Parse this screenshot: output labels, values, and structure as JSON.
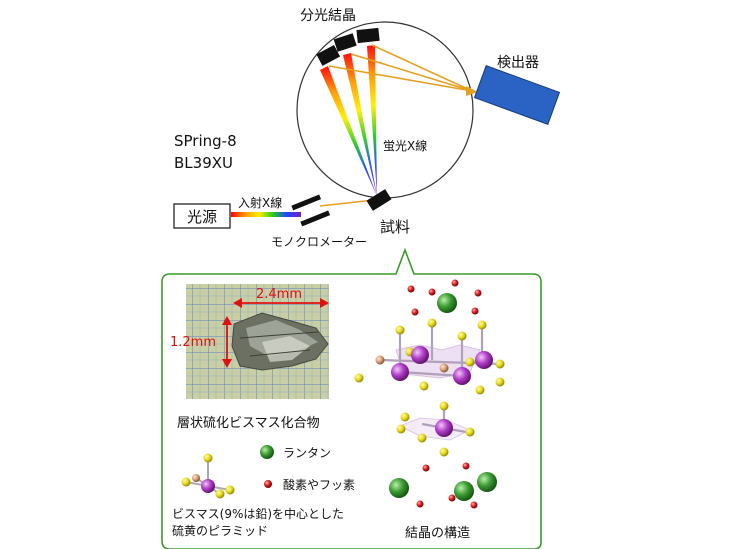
{
  "labels": {
    "crystals": "分光結晶",
    "detector": "検出器",
    "facility_line1": "SPring-8",
    "facility_line2": "BL39XU",
    "fluorescence": "蛍光X線",
    "source": "光源",
    "incident": "入射X線",
    "sample": "試料",
    "monochromator": "モノクロメーター",
    "dim_width": "2.4mm",
    "dim_height": "1.2mm",
    "photo_caption": "層状硫化ビスマス化合物",
    "legend_la": "ランタン",
    "legend_of": "酸素やフッ素",
    "pyramid_caption_line1": "ビスマス(9%は鉛)を中心とした",
    "pyramid_caption_line2": "硫黄のピラミッド",
    "structure_caption": "結晶の構造"
  },
  "colors": {
    "bismuth": "#b03cc8",
    "sulfur": "#e6dc1e",
    "lanthanum": "#3c9a32",
    "oxygen_fluorine": "#d42020",
    "detector": "#2a63c4",
    "inset_border": "#3a9a2a",
    "dimension_arrow": "#e01010",
    "beam_reflected": "#e6a020"
  }
}
